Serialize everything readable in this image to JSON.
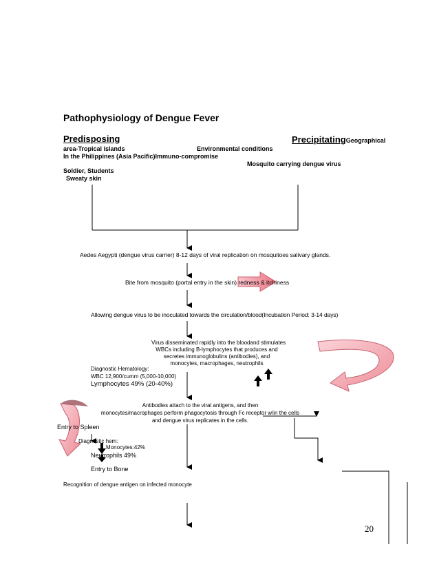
{
  "title": "Pathophysiology of Dengue Fever",
  "predisposing": {
    "heading": "Predisposing",
    "geo_prefix": "Geographical",
    "line1": "area-Tropical islands",
    "line2": "In the Philippines  (Asia Pacific)Immuno-compromise",
    "line3": "Soldier, Students",
    "line4": "Sweaty skin"
  },
  "precipitating": {
    "heading": "Precipitating",
    "env": "Environmental  conditions",
    "mosquito": "Mosquito  carrying dengue virus"
  },
  "flow": {
    "aedes": "Aedes Aegypti (dengue virus carrier) 8-12 days of viral replication on mosquitoes salivary glands.",
    "bite": "Bite from mosquito (portal entry in the skin) redness & itchiness",
    "allowing": "Allowing dengue virus to be inoculated towards the circulation/blood(Incubation Period: 3-14 days)",
    "virus_lines": [
      "Virus disseminated rapidly into the bloodand stimulates",
      "WBCs including B-lymphocytes that produces and",
      "secretes immunoglobulins (antibodies), and",
      "monocytes, macrophages, neutrophils"
    ],
    "hematology_lines": [
      "Diagnostic Hematology:",
      "WBC 12,900/cumm (5,000-10,000)",
      "Lymphocytes 49% (20-40%)"
    ],
    "antibody_lines": [
      "Antibodies attach to the viral antigens, and then",
      "monocytes/macrophages  perform phagocytosis through Fc receptor w/in the cells",
      "and dengue virus replicates in the cells."
    ],
    "spleen": "Entry to Spleen",
    "diag_hem": "Diagnostic hem:",
    "monocytes": "Monocytes:42%",
    "neutrophils": "Neutrophils 49%",
    "bone": "Entry to Bone",
    "recognition": "Recognition of dengue antigen on infected monocyte"
  },
  "page_number": "20"
}
